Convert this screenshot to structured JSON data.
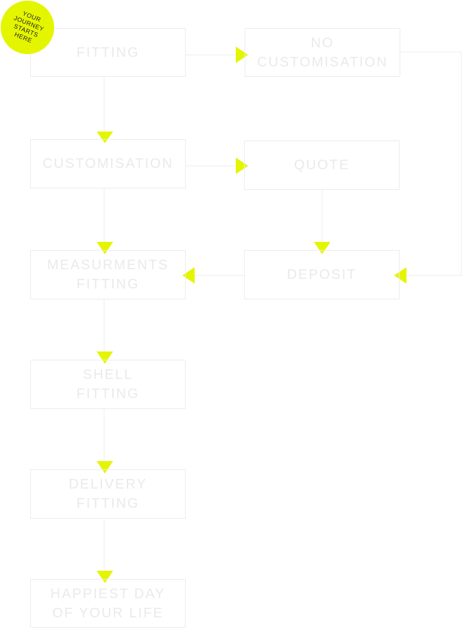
{
  "badge": {
    "lines": [
      "YOUR",
      "JOURNEY",
      "STARTS",
      "HERE"
    ],
    "color": "#e4f500"
  },
  "nodes": {
    "fitting": [
      "FITTING"
    ],
    "no_customisation": [
      "NO",
      "CUSTOMISATION"
    ],
    "customisation": [
      "CUSTOMISATION"
    ],
    "quote": [
      "QUOTE"
    ],
    "measurments_fitting": [
      "MEASURMENTS",
      "FITTING"
    ],
    "deposit": [
      "DEPOSIT"
    ],
    "shell_fitting": [
      "SHELL",
      "FITTING"
    ],
    "delivery_fitting": [
      "DELIVERY",
      "FITTING"
    ],
    "happiest_day": [
      "HAPPIEST DAY",
      "OF YOUR LIFE"
    ]
  },
  "colors": {
    "arrow": "#e4f500",
    "line": "#ececec",
    "text": "#eaeaea"
  }
}
